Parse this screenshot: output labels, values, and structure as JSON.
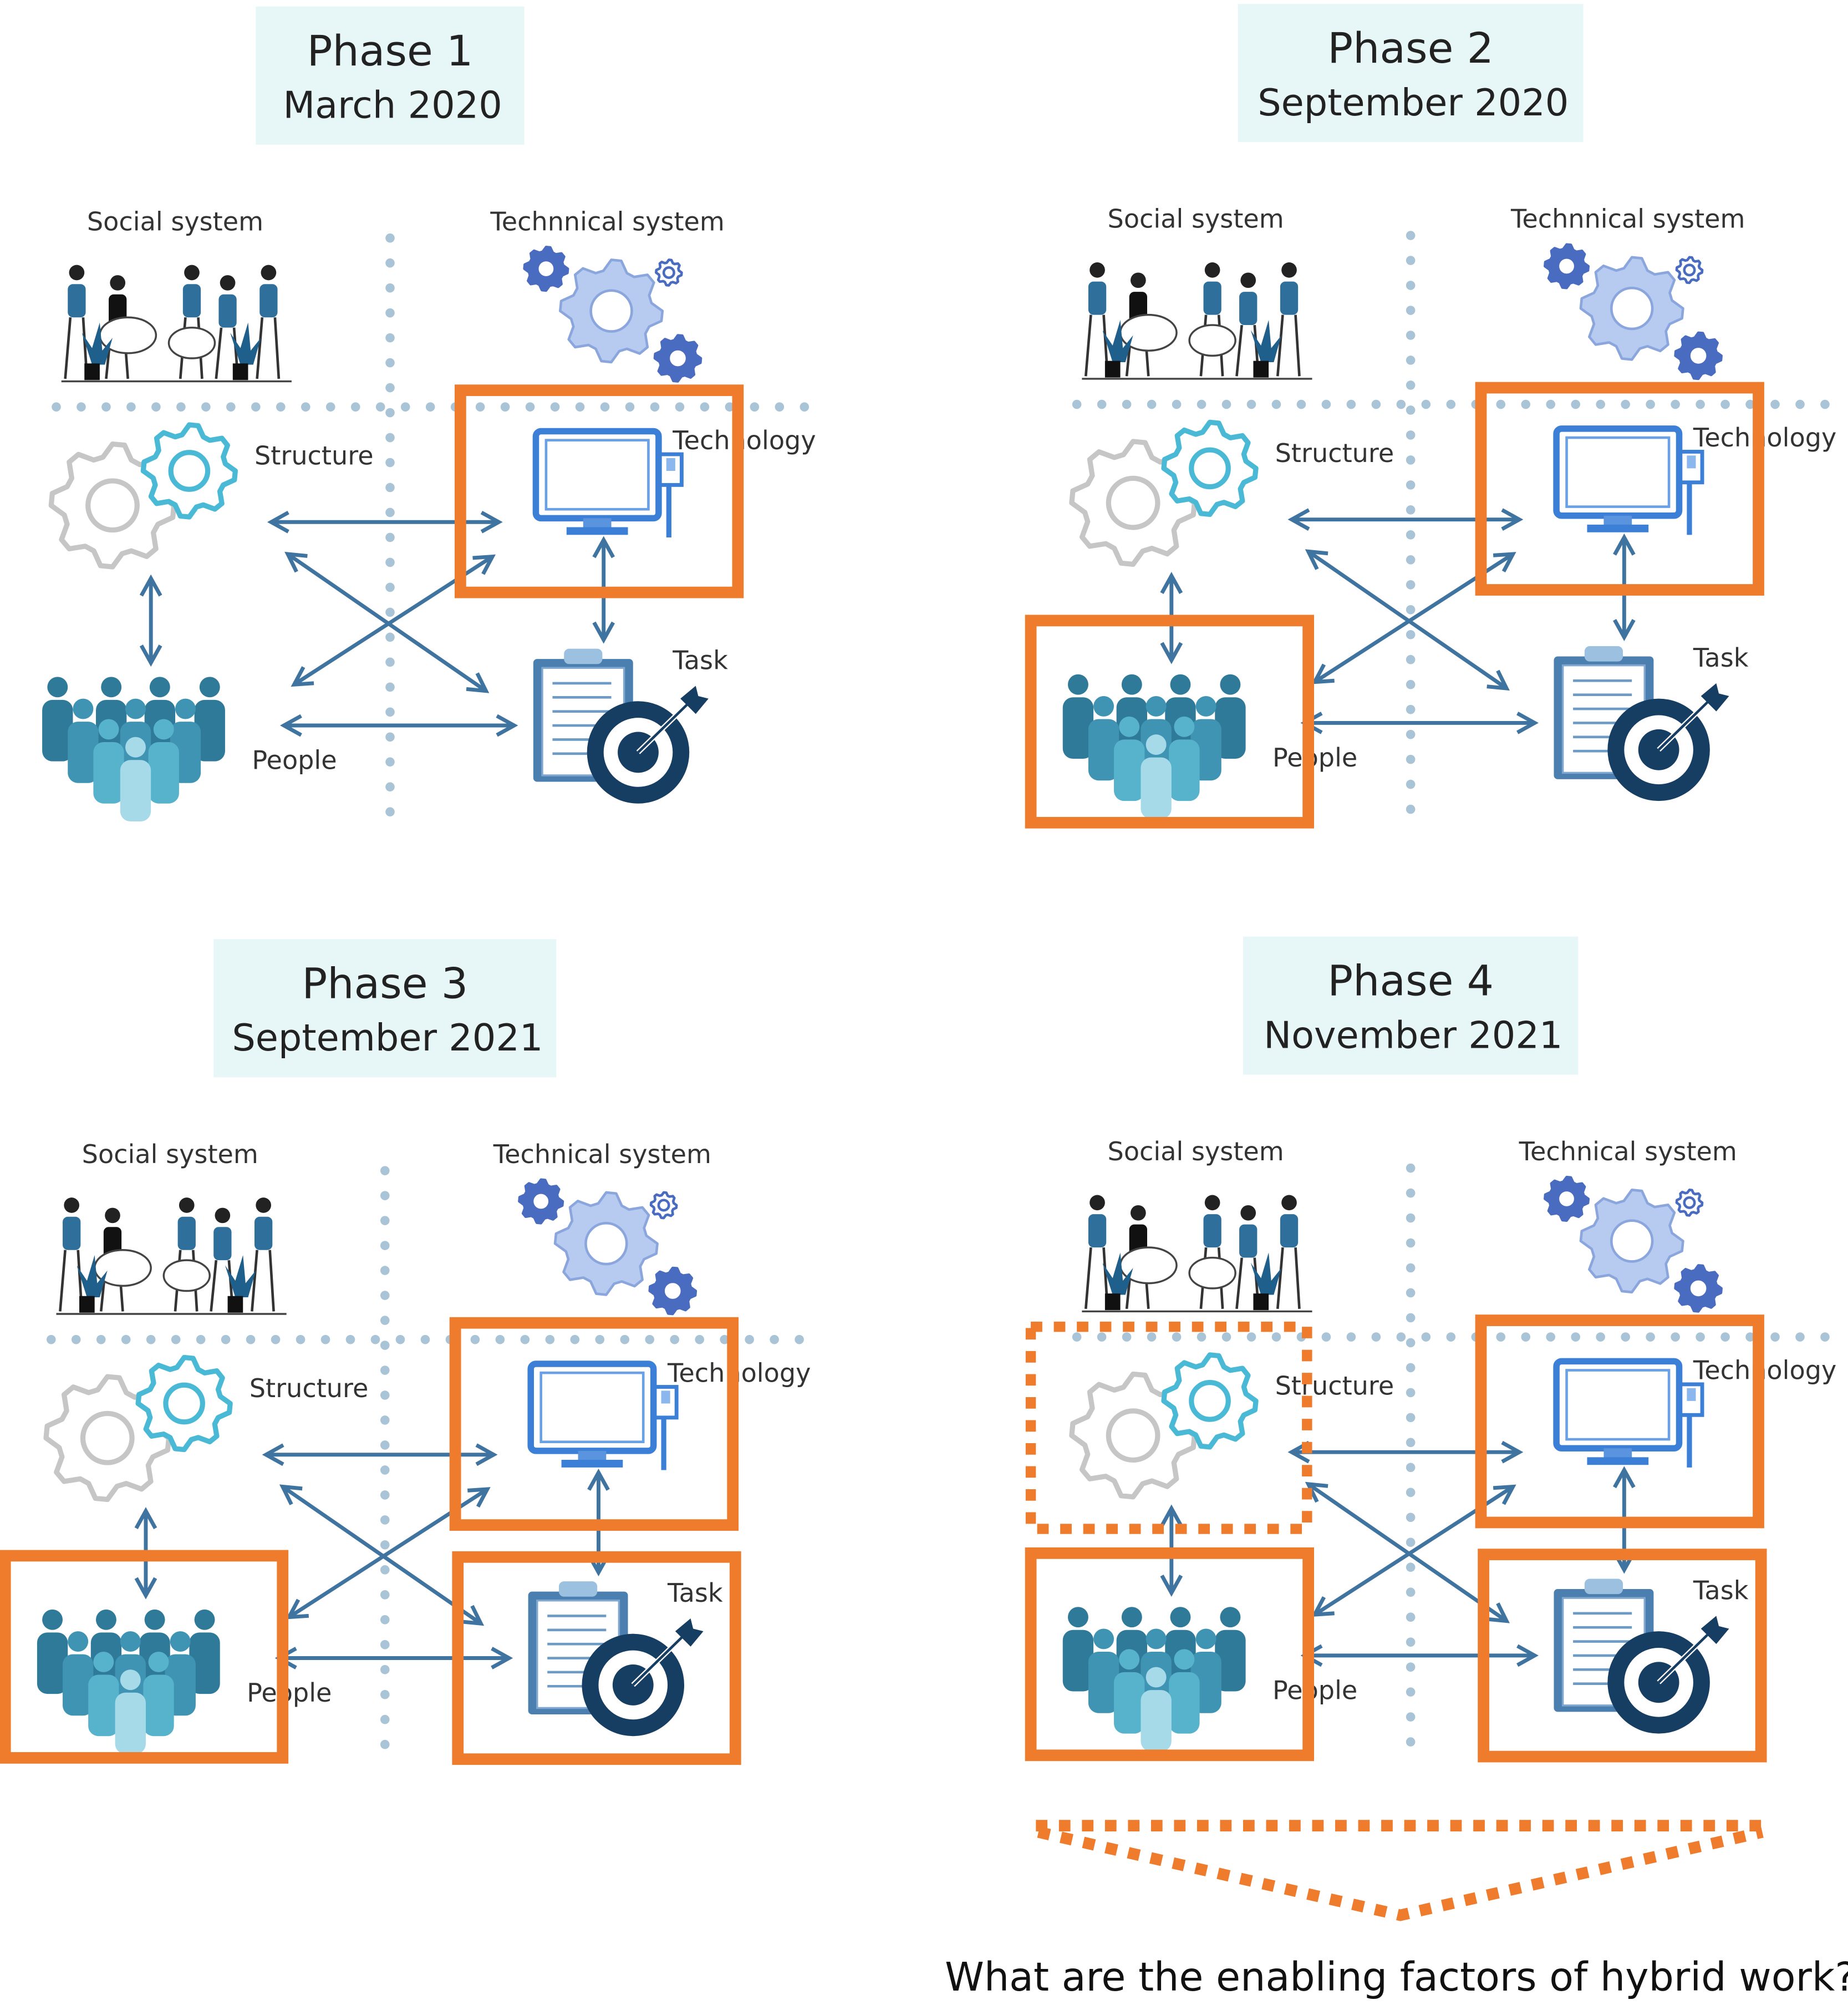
{
  "colors": {
    "highlight": "#ef7b2d",
    "arrow": "#3f74a0",
    "title_box": "#e7f7f8",
    "dots": "#a9c4d6"
  },
  "phases": [
    {
      "title": "Phase 1",
      "date": "March 2020",
      "labels": {
        "social": "Social system",
        "technical": "Technnical system",
        "structure": "Structure",
        "technology": "Technology",
        "task": "Task",
        "people": "People"
      },
      "highlights": {
        "technology": "solid"
      }
    },
    {
      "title": "Phase 2",
      "date": "September 2020",
      "labels": {
        "social": "Social system",
        "technical": "Technnical system",
        "structure": "Structure",
        "technology": "Technology",
        "task": "Task",
        "people": "People"
      },
      "highlights": {
        "technology": "solid",
        "people": "solid"
      }
    },
    {
      "title": "Phase 3",
      "date": "September 2021",
      "labels": {
        "social": "Social system",
        "technical": "Technical system",
        "structure": "Structure",
        "technology": "Technology",
        "task": "Task",
        "people": "People"
      },
      "highlights": {
        "technology": "solid",
        "people": "solid",
        "task": "solid"
      }
    },
    {
      "title": "Phase 4",
      "date": "November 2021",
      "labels": {
        "social": "Social system",
        "technical": "Technical system",
        "structure": "Structure",
        "technology": "Technology",
        "task": "Task",
        "people": "People"
      },
      "highlights": {
        "technology": "solid",
        "people": "solid",
        "task": "solid",
        "structure": "dashed"
      }
    }
  ],
  "question": "What are the enabling factors of hybrid work?"
}
